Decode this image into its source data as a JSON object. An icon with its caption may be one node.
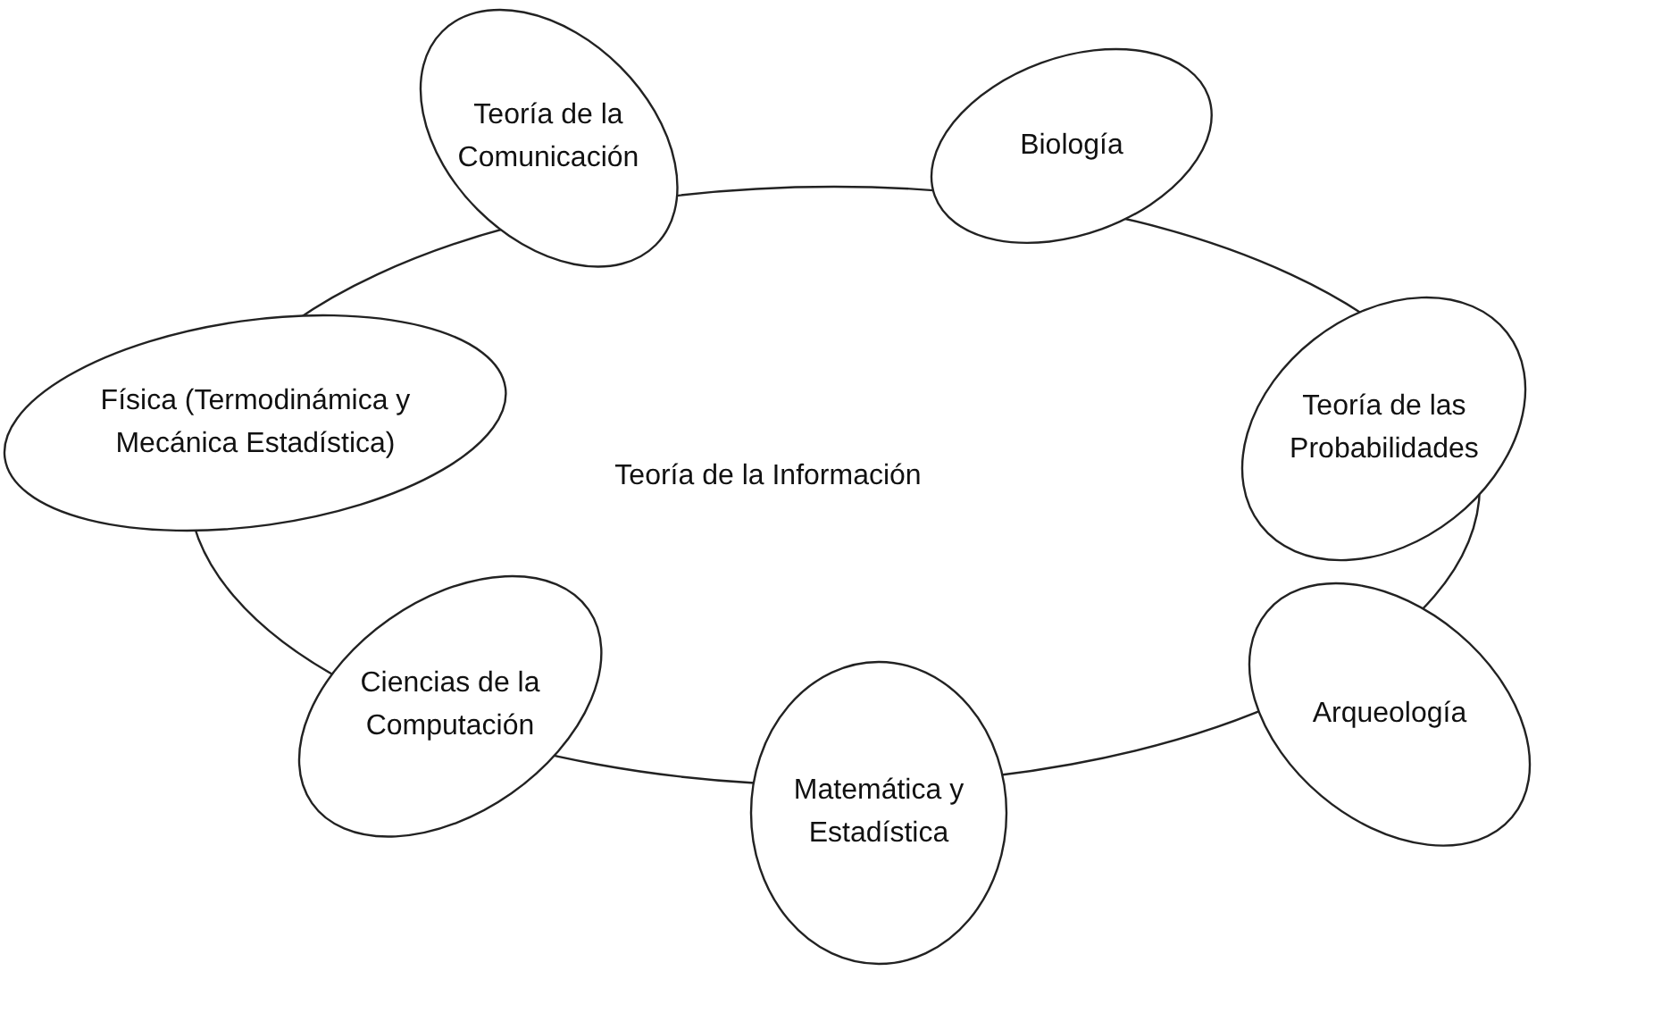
{
  "diagram": {
    "nodes": [
      {
        "text": [
          "Teoría de la Información"
        ]
      },
      {
        "text": [
          "Teoría de la Comunicación"
        ]
      },
      {
        "text": [
          "Biología"
        ]
      },
      {
        "text": [
          "Física (Termodinámica y Mecánica Estadística)"
        ]
      },
      {
        "text": [
          "Teoría de las Probabilidades"
        ]
      },
      {
        "text": [
          "Ciencias de la Computación"
        ]
      },
      {
        "text": [
          "Arqueología"
        ]
      },
      {
        "text": [
          "Matemática y Estadística"
        ]
      }
    ]
  }
}
